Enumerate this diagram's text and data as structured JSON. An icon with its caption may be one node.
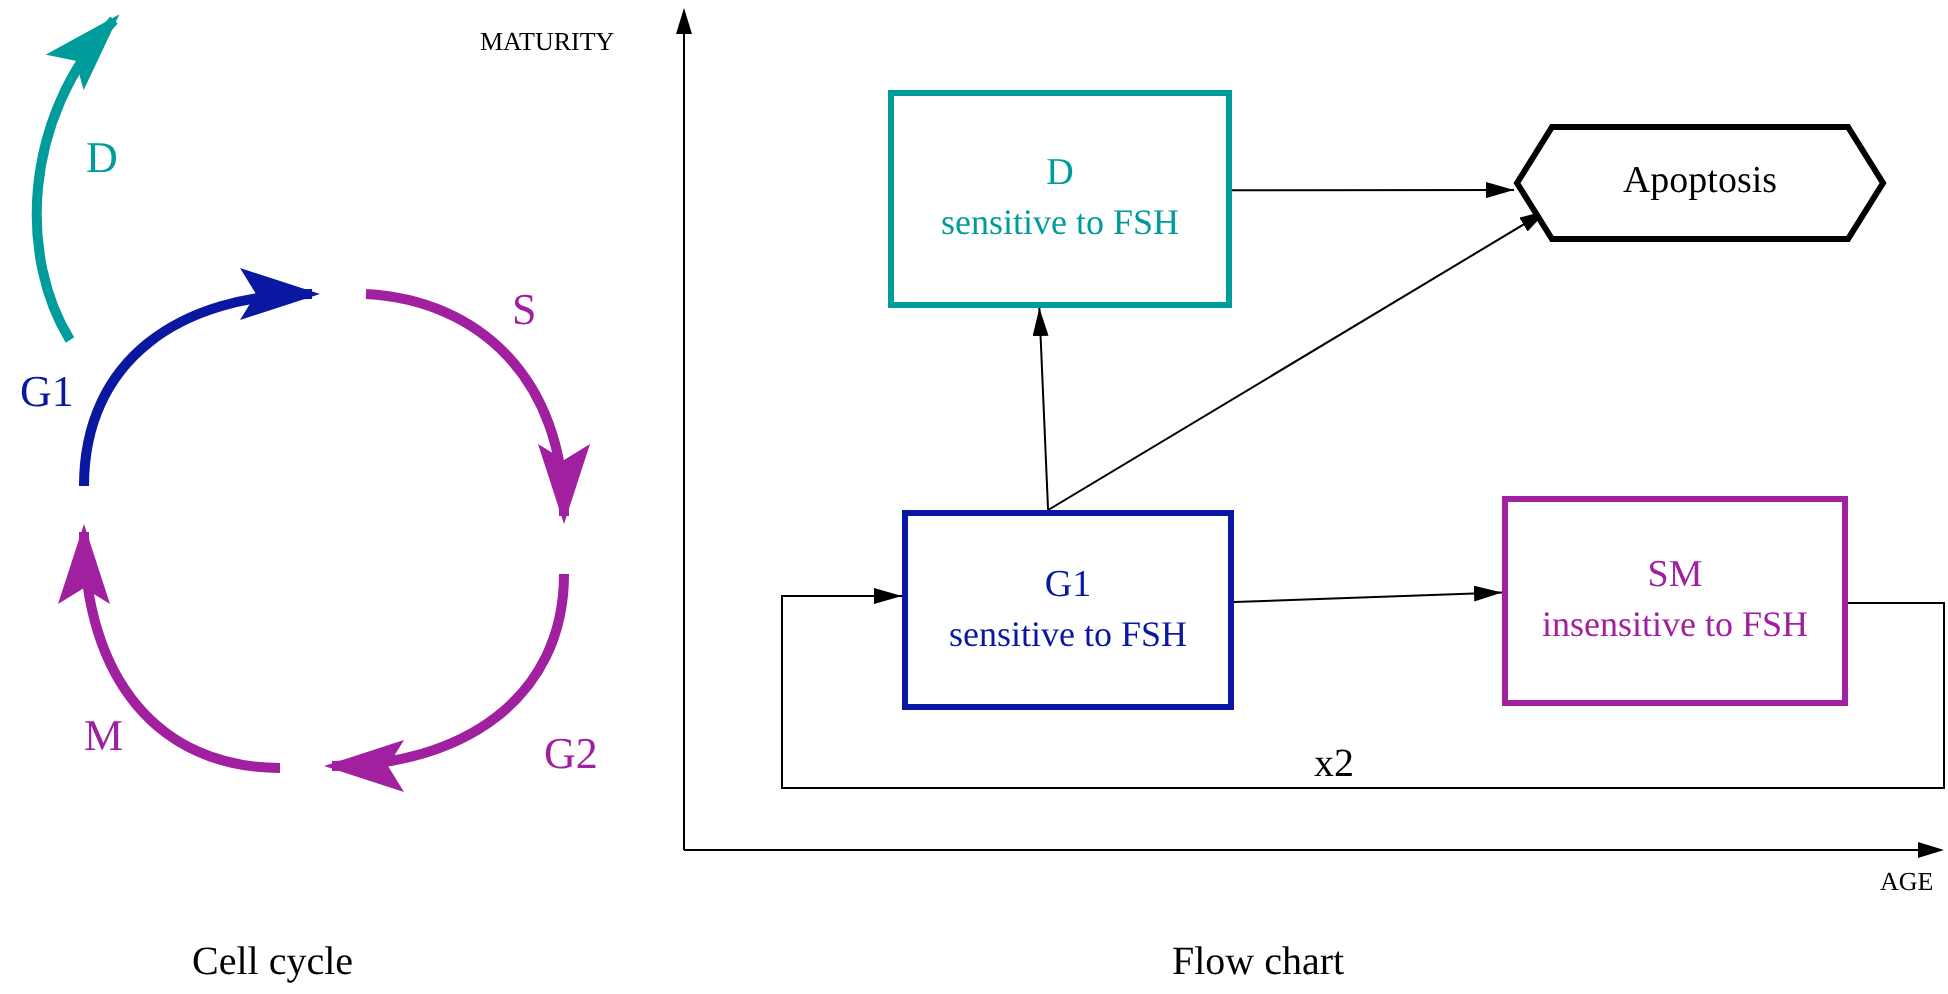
{
  "diagram": {
    "nodes": [
      {
        "text": [
          "D",
          "sensitive to FSH"
        ]
      },
      {
        "text": [
          "Apoptosis"
        ]
      },
      {
        "text": [
          "G1",
          "sensitive to FSH"
        ]
      },
      {
        "text": [
          "SM",
          "insensitive to FSH"
        ]
      }
    ],
    "edges": [
      {
        "from": 0,
        "to": 1,
        "arrow": "to"
      },
      {
        "from": 2,
        "to": 0,
        "arrow": "to"
      },
      {
        "from": 2,
        "to": 1,
        "arrow": "to"
      },
      {
        "from": 2,
        "to": 3,
        "arrow": "to"
      },
      {
        "from": 3,
        "to": 2,
        "arrow": "to",
        "label": "x2"
      }
    ],
    "labels": [
      "MATURITY",
      "D",
      "G1",
      "S",
      "G2",
      "M",
      "AGE",
      "Cell cycle",
      "Flow chart"
    ]
  }
}
